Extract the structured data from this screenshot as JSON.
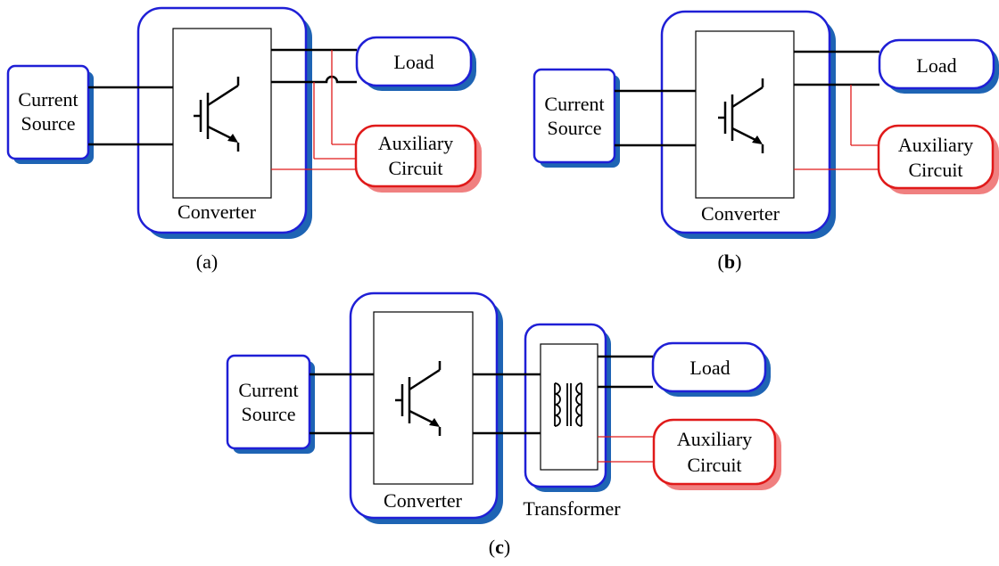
{
  "diagrams": [
    {
      "caption_prefix": "(",
      "caption_letter": "a",
      "caption_suffix": ")",
      "caption_bold": false,
      "current_source": "Current Source",
      "current_source_lines": [
        "Current",
        "Source"
      ],
      "converter": "Converter",
      "load": "Load",
      "auxiliary_circuit": "Auxiliary Circuit",
      "auxiliary_lines": [
        "Auxiliary",
        "Circuit"
      ]
    },
    {
      "caption_prefix": "(",
      "caption_letter": "b",
      "caption_suffix": ")",
      "caption_bold": true,
      "current_source": "Current Source",
      "current_source_lines": [
        "Current",
        "Source"
      ],
      "converter": "Converter",
      "load": "Load",
      "auxiliary_circuit": "Auxiliary Circuit",
      "auxiliary_lines": [
        "Auxiliary",
        "Circuit"
      ]
    },
    {
      "caption_prefix": "(",
      "caption_letter": "c",
      "caption_suffix": ")",
      "caption_bold": true,
      "current_source": "Current Source",
      "current_source_lines": [
        "Current",
        "Source"
      ],
      "converter": "Converter",
      "transformer": "Transformer",
      "load": "Load",
      "auxiliary_circuit": "Auxiliary Circuit",
      "auxiliary_lines": [
        "Auxiliary",
        "Circuit"
      ]
    }
  ],
  "colors": {
    "blue_border": "#1f1fd6",
    "shadow": "#1e64b4",
    "red_border": "#e01a1a",
    "red_shadow": "#f08080",
    "wire": "#000000",
    "aux_wire": "#e01a1a"
  }
}
